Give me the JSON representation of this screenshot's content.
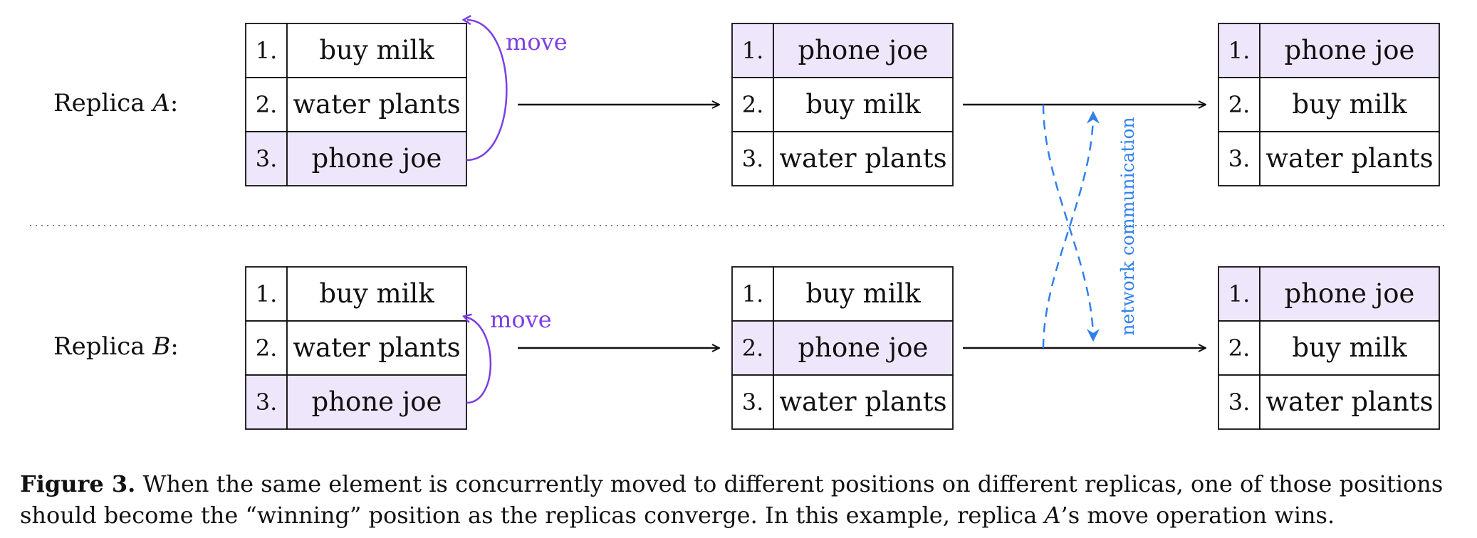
{
  "replica_a": {
    "label_prefix": "Replica ",
    "label_name": "A",
    "label_suffix": ":",
    "move_label": "move",
    "tables": [
      {
        "rows": [
          {
            "num": "1.",
            "item": "buy milk",
            "highlight": false
          },
          {
            "num": "2.",
            "item": "water plants",
            "highlight": false
          },
          {
            "num": "3.",
            "item": "phone joe",
            "highlight": true
          }
        ]
      },
      {
        "rows": [
          {
            "num": "1.",
            "item": "phone joe",
            "highlight": true
          },
          {
            "num": "2.",
            "item": "buy milk",
            "highlight": false
          },
          {
            "num": "3.",
            "item": "water plants",
            "highlight": false
          }
        ]
      },
      {
        "rows": [
          {
            "num": "1.",
            "item": "phone joe",
            "highlight": true
          },
          {
            "num": "2.",
            "item": "buy milk",
            "highlight": false
          },
          {
            "num": "3.",
            "item": "water plants",
            "highlight": false
          }
        ]
      }
    ]
  },
  "replica_b": {
    "label_prefix": "Replica ",
    "label_name": "B",
    "label_suffix": ":",
    "move_label": "move",
    "tables": [
      {
        "rows": [
          {
            "num": "1.",
            "item": "buy milk",
            "highlight": false
          },
          {
            "num": "2.",
            "item": "water plants",
            "highlight": false
          },
          {
            "num": "3.",
            "item": "phone joe",
            "highlight": true
          }
        ]
      },
      {
        "rows": [
          {
            "num": "1.",
            "item": "buy milk",
            "highlight": false
          },
          {
            "num": "2.",
            "item": "phone joe",
            "highlight": true
          },
          {
            "num": "3.",
            "item": "water plants",
            "highlight": false
          }
        ]
      },
      {
        "rows": [
          {
            "num": "1.",
            "item": "phone joe",
            "highlight": true
          },
          {
            "num": "2.",
            "item": "buy milk",
            "highlight": false
          },
          {
            "num": "3.",
            "item": "water plants",
            "highlight": false
          }
        ]
      }
    ]
  },
  "network_label": "network communication",
  "colors": {
    "highlight": "#eee7fb",
    "move": "#7b3fe4",
    "network": "#2f80ed",
    "line": "#111111"
  },
  "caption": {
    "bold": "Figure 3.",
    "part1": " When the same element is concurrently moved to different positions on different replicas, one of those positions should become the “winning” position as the replicas converge. In this example, replica ",
    "italic": "A",
    "part2": "’s move operation wins."
  }
}
